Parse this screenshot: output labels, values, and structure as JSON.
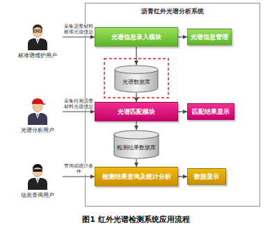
{
  "diagram": {
    "caption": "图1 红外光谱检测系统应用流程",
    "nodes": [
      {
        "text": [
          "沥青红外光谱分析系统"
        ]
      },
      {
        "text": [
          "光谱信息录入模块"
        ],
        "in": 0
      },
      {
        "text": [
          "光谱信息管理"
        ],
        "in": 0
      },
      {
        "text": [
          "光谱数据库"
        ],
        "in": 0
      },
      {
        "text": [
          "光谱匹配模块"
        ],
        "in": 0
      },
      {
        "text": [
          "匹配结果显示"
        ],
        "in": 0
      },
      {
        "text": [
          "检测结果数据库"
        ],
        "in": 0
      },
      {
        "text": [
          "检测结果查询及统计分析"
        ],
        "in": 0
      },
      {
        "text": [
          "数据显示"
        ],
        "in": 0
      },
      {
        "text": [
          "标准谱维护用户"
        ]
      },
      {
        "text": [
          "光谱分析用户"
        ]
      },
      {
        "text": [
          "信息查询用户"
        ]
      }
    ],
    "edges": [
      {
        "from": 9,
        "to": 1,
        "arrow": "to",
        "label": "采集沥青材料 标准光谱信息"
      },
      {
        "from": 1,
        "to": 2,
        "arrow": "to"
      },
      {
        "from": 1,
        "to": 3,
        "arrow": "to"
      },
      {
        "from": 3,
        "to": 4,
        "arrow": "to"
      },
      {
        "from": 10,
        "to": 4,
        "arrow": "to",
        "label": "采集待测沥青 材料光谱信息"
      },
      {
        "from": 4,
        "to": 5,
        "arrow": "to"
      },
      {
        "from": 4,
        "to": 6,
        "arrow": "to"
      },
      {
        "from": 6,
        "to": 7,
        "arrow": "to"
      },
      {
        "from": 11,
        "to": 7,
        "arrow": "to",
        "label": "查询或统计条件"
      },
      {
        "from": 7,
        "to": 8,
        "arrow": "to"
      }
    ]
  }
}
